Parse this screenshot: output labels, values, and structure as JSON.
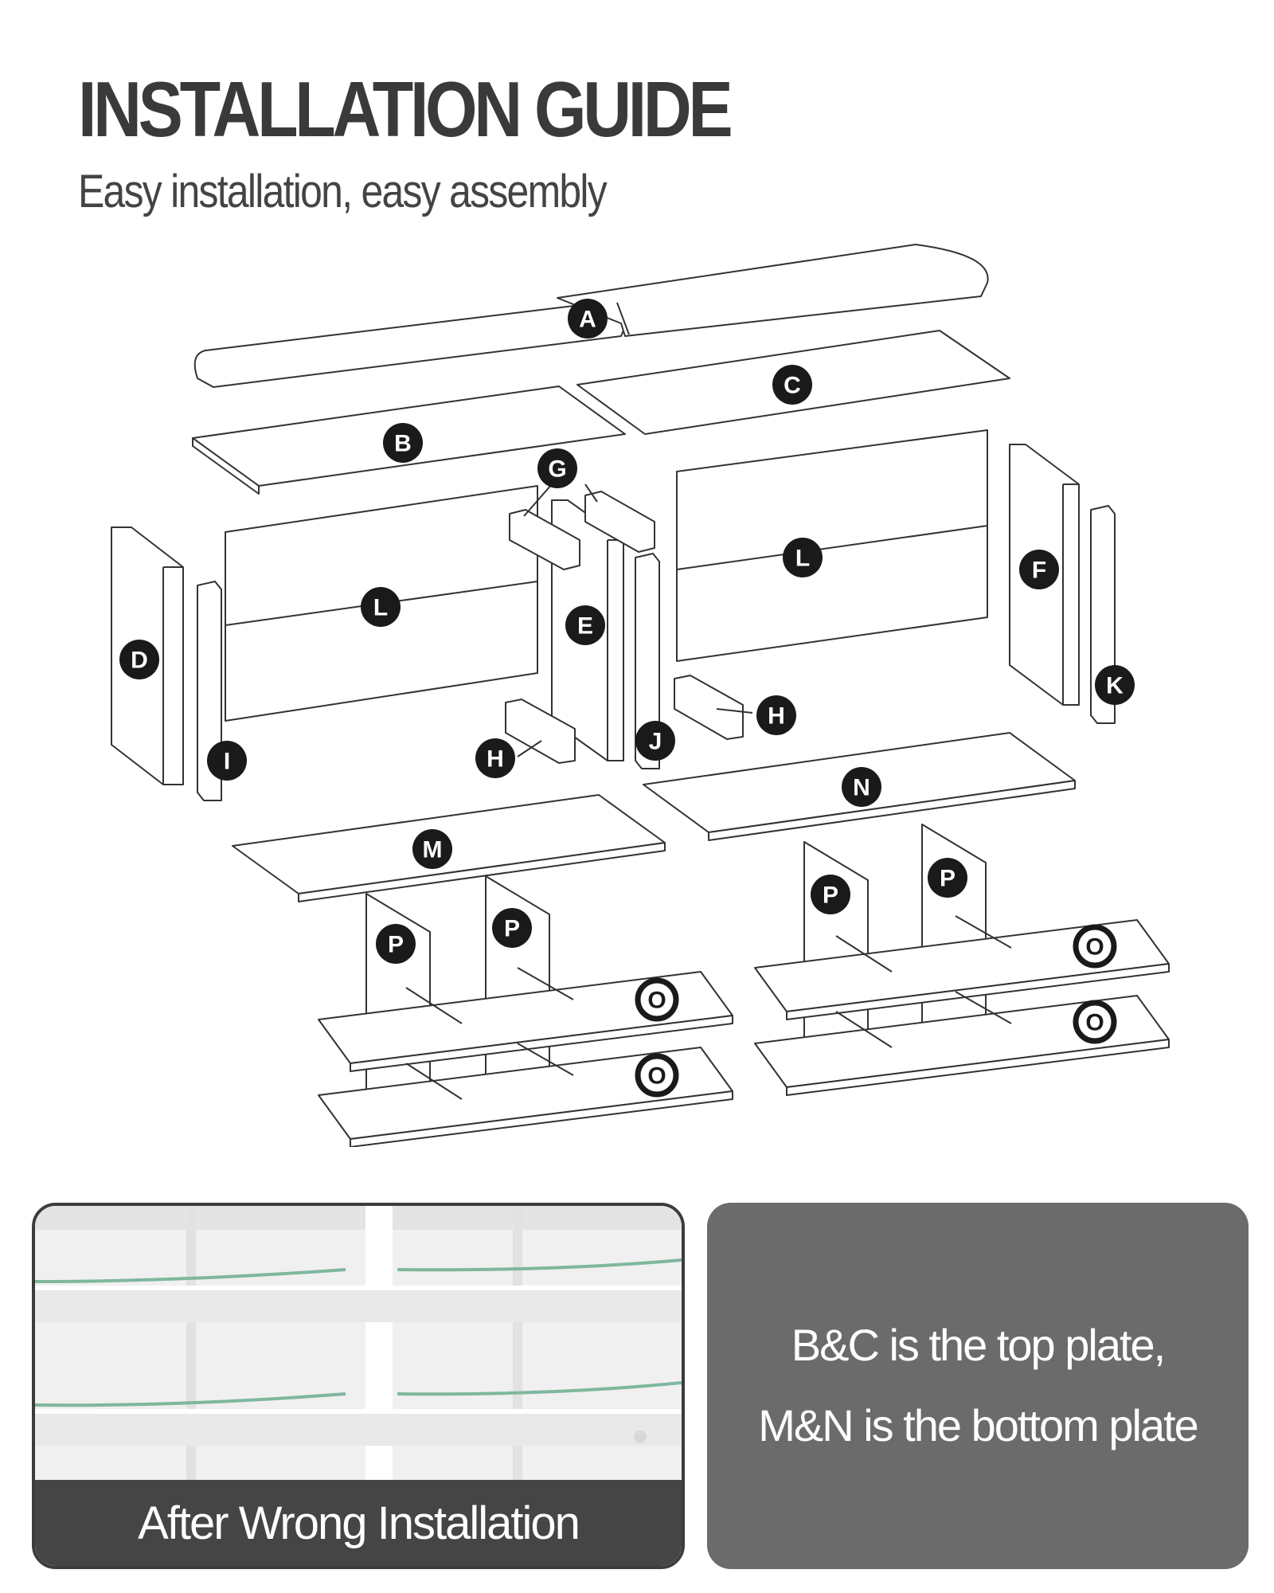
{
  "header": {
    "title": "INSTALLATION GUIDE",
    "subtitle": "Easy installation, easy assembly"
  },
  "diagram": {
    "labels": [
      "A",
      "B",
      "C",
      "G",
      "L",
      "L",
      "D",
      "I",
      "E",
      "J",
      "H",
      "H",
      "F",
      "K",
      "N",
      "M",
      "P",
      "P",
      "P",
      "P",
      "O",
      "O",
      "O",
      "O"
    ],
    "colors": {
      "top_plates": "#86b8a1",
      "bottom_plates": "#e8d5c2",
      "outline": "#333333"
    }
  },
  "photo_panel": {
    "caption": "After Wrong Installation"
  },
  "note_panel": {
    "line1": "B&C is the top plate,",
    "line2": "M&N is the bottom plate"
  }
}
